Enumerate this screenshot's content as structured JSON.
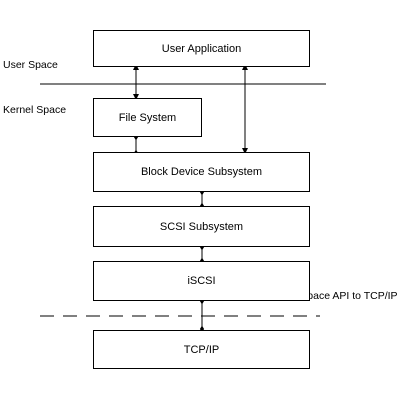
{
  "diagram": {
    "layers": {
      "user_space": "User Space",
      "kernel_space": "Kernel Space",
      "kernel_api": "Kernel Space API to TCP/IP"
    },
    "boxes": {
      "user_application": "User Application",
      "file_system": "File System",
      "block_device": "Block Device Subsystem",
      "scsi": "SCSI Subsystem",
      "iscsi": "iSCSI",
      "tcpip": "TCP/IP"
    }
  }
}
